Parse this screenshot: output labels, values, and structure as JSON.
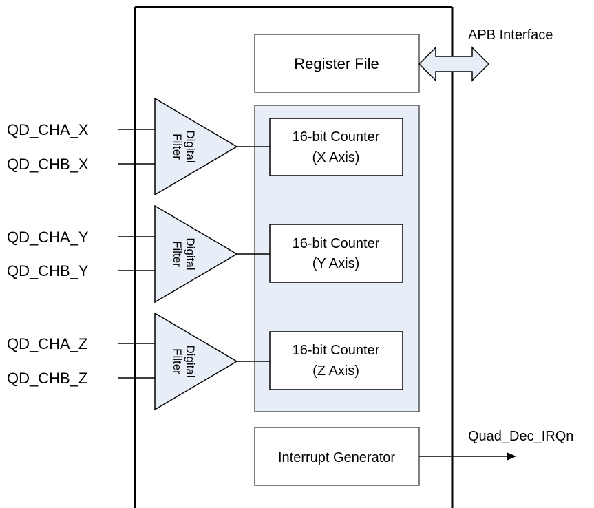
{
  "diagram": {
    "bus": {
      "label": "APB Interface"
    },
    "register_file": {
      "label": "Register File"
    },
    "filters": [
      {
        "label_line1": "Digital",
        "label_line2": "Filter",
        "inputs": [
          "QD_CHA_X",
          "QD_CHB_X"
        ]
      },
      {
        "label_line1": "Digital",
        "label_line2": "Filter",
        "inputs": [
          "QD_CHA_Y",
          "QD_CHB_Y"
        ]
      },
      {
        "label_line1": "Digital",
        "label_line2": "Filter",
        "inputs": [
          "QD_CHA_Z",
          "QD_CHB_Z"
        ]
      }
    ],
    "counters": [
      {
        "line1": "16-bit Counter",
        "line2": "(X Axis)"
      },
      {
        "line1": "16-bit Counter",
        "line2": "(Y Axis)"
      },
      {
        "line1": "16-bit Counter",
        "line2": "(Z Axis)"
      }
    ],
    "interrupt_generator": {
      "label": "Interrupt Generator",
      "output": "Quad_Dec_IRQn"
    },
    "colors": {
      "block_fill": "#e8eef7",
      "outline": "#000000",
      "gray_outline": "#555555",
      "background": "#ffffff"
    }
  }
}
